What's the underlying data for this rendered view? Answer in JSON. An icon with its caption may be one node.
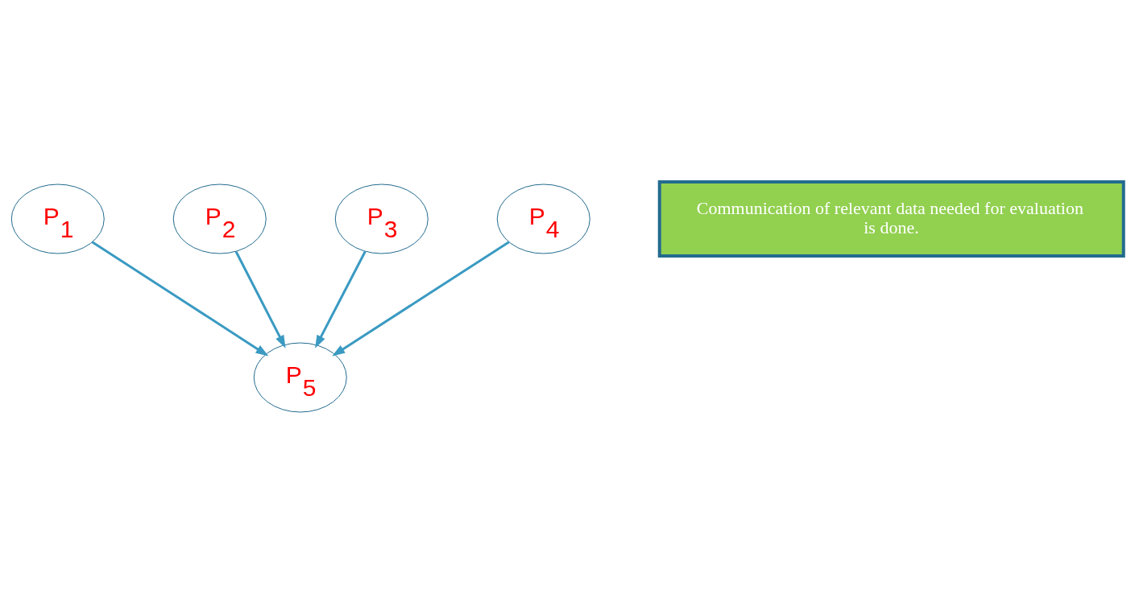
{
  "diagram": {
    "nodes": [
      {
        "text": [
          "P$_{1}$"
        ]
      },
      {
        "text": [
          "P$_{2}$"
        ]
      },
      {
        "text": [
          "P$_{3}$"
        ]
      },
      {
        "text": [
          "P$_{4}$"
        ]
      },
      {
        "text": [
          "Communication of relevant data needed for evaluation is done."
        ]
      },
      {
        "text": [
          "P$_{5}$"
        ]
      }
    ],
    "edges": [
      {
        "from": 0,
        "to": 5,
        "arrow": "to"
      },
      {
        "from": 1,
        "to": 5,
        "arrow": "to"
      },
      {
        "from": 2,
        "to": 5,
        "arrow": "to"
      },
      {
        "from": 3,
        "to": 5,
        "arrow": "to"
      }
    ]
  }
}
